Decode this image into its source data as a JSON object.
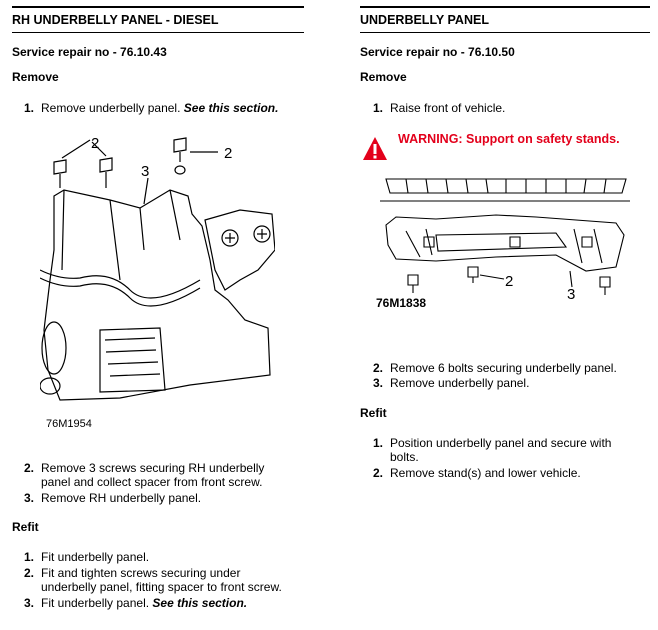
{
  "left": {
    "title": "RH UNDERBELLY PANEL - DIESEL",
    "service": "Service repair no - 76.10.43",
    "remove_heading": "Remove",
    "remove_steps_1": {
      "num": "1.",
      "text": "Remove underbelly panel.",
      "ref": "See this section."
    },
    "figure": {
      "code": "76M1954",
      "callouts": [
        "2",
        "2",
        "3"
      ]
    },
    "remove_steps_2": [
      {
        "num": "2.",
        "line1": "Remove 3 screws securing RH underbelly",
        "line2": "panel and collect spacer from front screw."
      },
      {
        "num": "3.",
        "line1": "Remove RH underbelly panel."
      }
    ],
    "refit_heading": "Refit",
    "refit_steps": [
      {
        "num": "1.",
        "line1": "Fit underbelly panel."
      },
      {
        "num": "2.",
        "line1": "Fit and tighten screws securing under",
        "line2": "underbelly panel, fitting spacer to front screw."
      },
      {
        "num": "3.",
        "line1": "Fit underbelly panel.",
        "ref": "See this section."
      }
    ]
  },
  "right": {
    "title": "UNDERBELLY PANEL",
    "service": "Service repair no - 76.10.50",
    "remove_heading": "Remove",
    "remove_step_1": {
      "num": "1.",
      "text": "Raise front of vehicle."
    },
    "warning": "WARNING: Support on safety stands.",
    "figure": {
      "code": "76M1838",
      "callouts": [
        "2",
        "3"
      ]
    },
    "remove_steps_2": [
      {
        "num": "2.",
        "line1": "Remove 6 bolts securing underbelly panel."
      },
      {
        "num": "3.",
        "line1": "Remove underbelly panel."
      }
    ],
    "refit_heading": "Refit",
    "refit_steps": [
      {
        "num": "1.",
        "line1": "Position underbelly panel and secure with",
        "line2": "bolts."
      },
      {
        "num": "2.",
        "line1": "Remove stand(s) and lower vehicle."
      }
    ]
  },
  "colors": {
    "warning": "#e3001b",
    "text": "#000000"
  },
  "icons": {
    "warning": "warning-triangle-icon"
  }
}
